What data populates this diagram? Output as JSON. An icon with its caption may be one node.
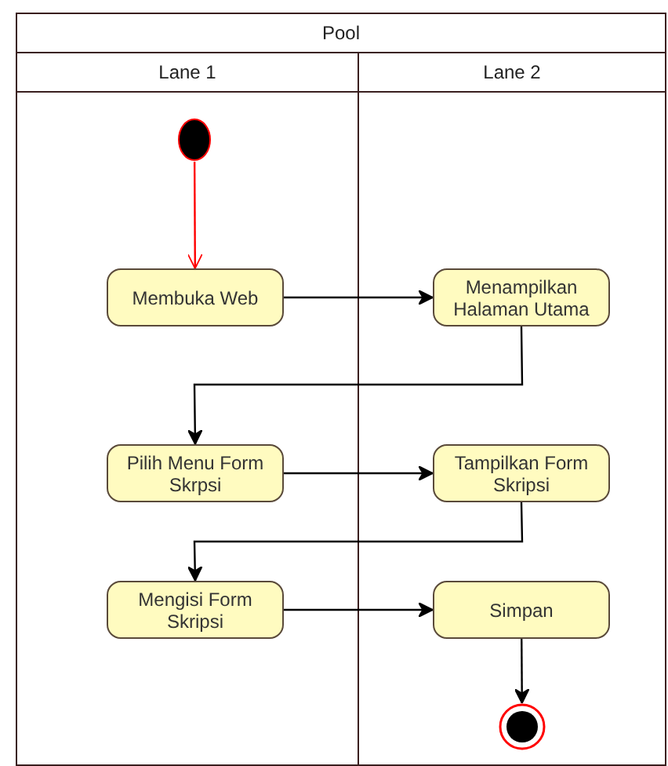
{
  "diagram": {
    "nodes": [
      {
        "text": [
          "Pool"
        ]
      },
      {
        "text": [
          "Lane 1"
        ],
        "in": 0
      },
      {
        "text": [
          "Lane 2"
        ],
        "in": 0
      },
      {
        "text": [],
        "shape": "circle",
        "in": 1
      },
      {
        "text": [
          "Membuka Web"
        ],
        "in": 1
      },
      {
        "text": [
          "Menampilkan Halaman Utama"
        ],
        "in": 2
      },
      {
        "text": [
          "Pilih Menu Form Skrpsi"
        ],
        "in": 1
      },
      {
        "text": [
          "Tampilkan Form Skripsi"
        ],
        "in": 2
      },
      {
        "text": [
          "Mengisi Form Skripsi"
        ],
        "in": 1
      },
      {
        "text": [
          "Simpan"
        ],
        "in": 2
      },
      {
        "text": [],
        "shape": "circle",
        "in": 2
      }
    ],
    "edges": [
      {
        "from": 3,
        "to": 4,
        "arrow": "to",
        "color": "#ff0000"
      },
      {
        "from": 4,
        "to": 5,
        "arrow": "to"
      },
      {
        "from": 5,
        "to": 6,
        "arrow": "to"
      },
      {
        "from": 6,
        "to": 7,
        "arrow": "to"
      },
      {
        "from": 7,
        "to": 8,
        "arrow": "to"
      },
      {
        "from": 8,
        "to": 9,
        "arrow": "to"
      },
      {
        "from": 9,
        "to": 10,
        "arrow": "to"
      }
    ]
  }
}
